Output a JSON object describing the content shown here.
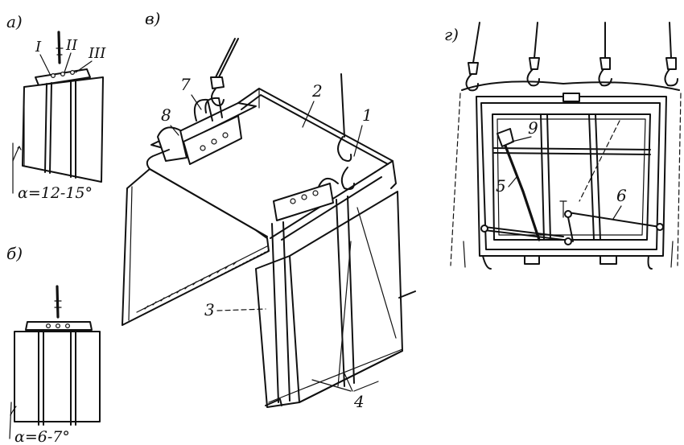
{
  "panels": {
    "a": {
      "label": "а)",
      "positions": [
        "I",
        "II",
        "III"
      ],
      "angle": "α=12-15°"
    },
    "b": {
      "label": "б)",
      "angle": "α=6-7°"
    },
    "v": {
      "label": "в)",
      "callouts": [
        "1",
        "2",
        "3",
        "4",
        "7",
        "8"
      ]
    },
    "g": {
      "label": "г)",
      "callouts": [
        "5",
        "6",
        "9"
      ]
    }
  },
  "colors": {
    "ink": "#111111",
    "paper": "#ffffff"
  }
}
